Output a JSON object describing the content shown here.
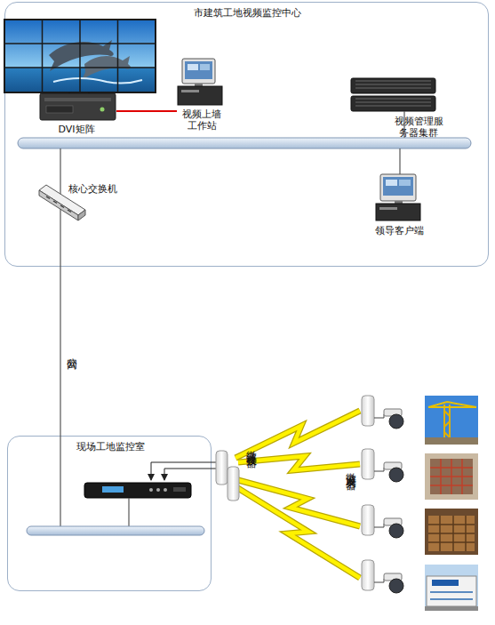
{
  "diagram": {
    "nodes": [
      {
        "text": [
          "市建筑工地视频监控中心"
        ]
      },
      {
        "text": [
          "DVI矩阵"
        ],
        "in": 0
      },
      {
        "text": [
          "视频上墙工作站"
        ],
        "in": 0
      },
      {
        "text": [
          "视频管理服务器集群"
        ],
        "in": 0
      },
      {
        "text": [
          "核心交换机"
        ],
        "in": 0
      },
      {
        "text": [
          "领导客户端"
        ],
        "in": 0
      },
      {
        "text": [
          "现场工地监控室"
        ]
      }
    ],
    "edges": [
      {
        "from": 1,
        "to": 2,
        "arrow": "none"
      },
      {
        "from": 0,
        "to": 6,
        "label": "公网",
        "arrow": "none"
      }
    ],
    "labels": [
      "微波接收器",
      "微波发射器"
    ]
  }
}
